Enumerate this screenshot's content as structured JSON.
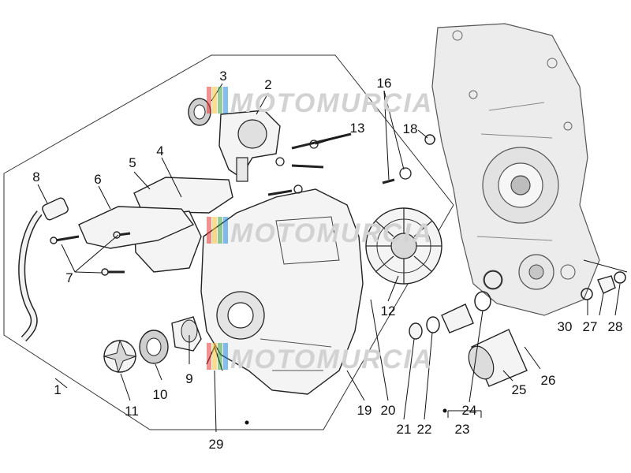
{
  "watermark": {
    "text": "MOTOMURCIA",
    "colors": [
      "#e53935",
      "#fbc02d",
      "#43a047",
      "#1e88e5"
    ]
  },
  "callouts": [
    {
      "id": "1",
      "text": "1"
    },
    {
      "id": "2",
      "text": "2"
    },
    {
      "id": "3",
      "text": "3"
    },
    {
      "id": "4",
      "text": "4"
    },
    {
      "id": "5",
      "text": "5"
    },
    {
      "id": "6",
      "text": "6"
    },
    {
      "id": "7",
      "text": "7"
    },
    {
      "id": "8",
      "text": "8"
    },
    {
      "id": "9",
      "text": "9"
    },
    {
      "id": "10",
      "text": "10"
    },
    {
      "id": "11",
      "text": "11"
    },
    {
      "id": "12",
      "text": "12"
    },
    {
      "id": "13",
      "text": "13"
    },
    {
      "id": "16",
      "text": "16"
    },
    {
      "id": "18",
      "text": "18"
    },
    {
      "id": "19",
      "text": "19"
    },
    {
      "id": "20",
      "text": "20"
    },
    {
      "id": "21",
      "text": "21"
    },
    {
      "id": "22",
      "text": "22"
    },
    {
      "id": "23",
      "text": "23"
    },
    {
      "id": "24",
      "text": "24"
    },
    {
      "id": "25",
      "text": "25"
    },
    {
      "id": "26",
      "text": "26"
    },
    {
      "id": "27",
      "text": "27"
    },
    {
      "id": "28",
      "text": "28"
    },
    {
      "id": "29",
      "text": "29"
    },
    {
      "id": "30",
      "text": "30"
    }
  ]
}
